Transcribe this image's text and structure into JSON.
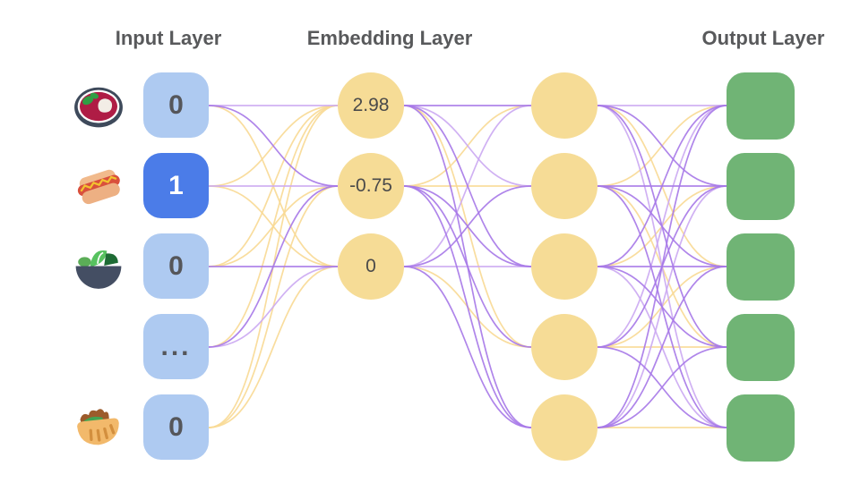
{
  "headers": {
    "input": "Input Layer",
    "embedding": "Embedding Layer",
    "output": "Output Layer"
  },
  "palette": {
    "yellow": "#f8d994",
    "purple": "#a678e8",
    "lavender": "#cba9f2",
    "node_yellow": "#f6dc96",
    "input_inactive": "#aecaf1",
    "input_active": "#4b7ce8",
    "output_green": "#70b475",
    "header_gray": "#58595b"
  },
  "layers": {
    "input": {
      "nodes": [
        {
          "label": "0",
          "icon": "borscht-soup",
          "active": false
        },
        {
          "label": "1",
          "icon": "hot-dog",
          "active": true
        },
        {
          "label": "0",
          "icon": "green-salad",
          "active": false
        },
        {
          "label": "...",
          "icon": null,
          "active": false
        },
        {
          "label": "0",
          "icon": "stuffed-flatbread",
          "active": false
        }
      ]
    },
    "embedding": {
      "nodes": [
        {
          "label": "2.98"
        },
        {
          "label": "-0.75"
        },
        {
          "label": "0"
        }
      ]
    },
    "hidden": {
      "count": 5
    },
    "output": {
      "count": 5
    }
  },
  "connections": {
    "input_to_embedding": [
      {
        "from": 0,
        "to": 0,
        "color": "lavender"
      },
      {
        "from": 0,
        "to": 1,
        "color": "purple"
      },
      {
        "from": 0,
        "to": 2,
        "color": "yellow"
      },
      {
        "from": 1,
        "to": 0,
        "color": "yellow"
      },
      {
        "from": 1,
        "to": 1,
        "color": "lavender"
      },
      {
        "from": 1,
        "to": 2,
        "color": "yellow"
      },
      {
        "from": 2,
        "to": 0,
        "color": "yellow"
      },
      {
        "from": 2,
        "to": 1,
        "color": "yellow"
      },
      {
        "from": 2,
        "to": 2,
        "color": "purple"
      },
      {
        "from": 3,
        "to": 0,
        "color": "yellow"
      },
      {
        "from": 3,
        "to": 1,
        "color": "purple"
      },
      {
        "from": 3,
        "to": 2,
        "color": "lavender"
      },
      {
        "from": 4,
        "to": 0,
        "color": "yellow"
      },
      {
        "from": 4,
        "to": 1,
        "color": "yellow"
      },
      {
        "from": 4,
        "to": 2,
        "color": "yellow"
      }
    ],
    "embedding_to_hidden": [
      {
        "from": 0,
        "to": 0,
        "color": "purple"
      },
      {
        "from": 0,
        "to": 1,
        "color": "lavender"
      },
      {
        "from": 0,
        "to": 2,
        "color": "purple"
      },
      {
        "from": 0,
        "to": 3,
        "color": "yellow"
      },
      {
        "from": 0,
        "to": 4,
        "color": "purple"
      },
      {
        "from": 1,
        "to": 0,
        "color": "yellow"
      },
      {
        "from": 1,
        "to": 1,
        "color": "yellow"
      },
      {
        "from": 1,
        "to": 2,
        "color": "purple"
      },
      {
        "from": 1,
        "to": 3,
        "color": "purple"
      },
      {
        "from": 1,
        "to": 4,
        "color": "purple"
      },
      {
        "from": 2,
        "to": 0,
        "color": "lavender"
      },
      {
        "from": 2,
        "to": 1,
        "color": "purple"
      },
      {
        "from": 2,
        "to": 2,
        "color": "lavender"
      },
      {
        "from": 2,
        "to": 3,
        "color": "yellow"
      },
      {
        "from": 2,
        "to": 4,
        "color": "purple"
      }
    ],
    "hidden_to_output": [
      {
        "from": 0,
        "to": 0,
        "color": "lavender"
      },
      {
        "from": 0,
        "to": 1,
        "color": "purple"
      },
      {
        "from": 0,
        "to": 2,
        "color": "yellow"
      },
      {
        "from": 0,
        "to": 3,
        "color": "purple"
      },
      {
        "from": 0,
        "to": 4,
        "color": "lavender"
      },
      {
        "from": 1,
        "to": 0,
        "color": "yellow"
      },
      {
        "from": 1,
        "to": 1,
        "color": "purple"
      },
      {
        "from": 1,
        "to": 2,
        "color": "purple"
      },
      {
        "from": 1,
        "to": 3,
        "color": "yellow"
      },
      {
        "from": 1,
        "to": 4,
        "color": "purple"
      },
      {
        "from": 2,
        "to": 0,
        "color": "purple"
      },
      {
        "from": 2,
        "to": 1,
        "color": "yellow"
      },
      {
        "from": 2,
        "to": 2,
        "color": "purple"
      },
      {
        "from": 2,
        "to": 3,
        "color": "purple"
      },
      {
        "from": 2,
        "to": 4,
        "color": "lavender"
      },
      {
        "from": 3,
        "to": 0,
        "color": "lavender"
      },
      {
        "from": 3,
        "to": 1,
        "color": "purple"
      },
      {
        "from": 3,
        "to": 2,
        "color": "yellow"
      },
      {
        "from": 3,
        "to": 3,
        "color": "yellow"
      },
      {
        "from": 3,
        "to": 4,
        "color": "purple"
      },
      {
        "from": 4,
        "to": 0,
        "color": "purple"
      },
      {
        "from": 4,
        "to": 1,
        "color": "lavender"
      },
      {
        "from": 4,
        "to": 2,
        "color": "purple"
      },
      {
        "from": 4,
        "to": 3,
        "color": "purple"
      },
      {
        "from": 4,
        "to": 4,
        "color": "yellow"
      }
    ]
  }
}
